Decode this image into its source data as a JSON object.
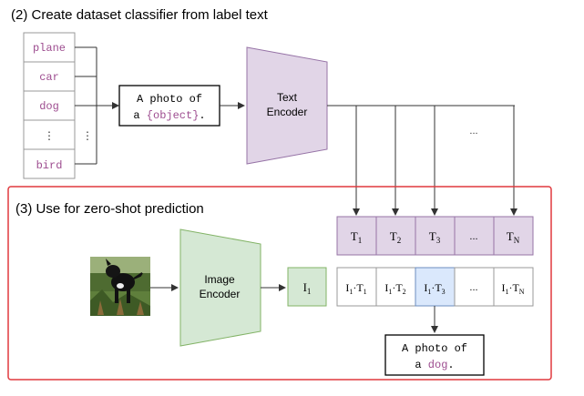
{
  "section2": {
    "title": "(2) Create dataset classifier from label text",
    "labels": [
      "plane",
      "car",
      "dog",
      "bird"
    ],
    "ellipsis_vertical": "⋮",
    "prompt_line1": "A photo of",
    "prompt_line2_prefix": "a ",
    "prompt_placeholder": "{object}",
    "prompt_line2_suffix": ".",
    "text_encoder_line1": "Text",
    "text_encoder_line2": "Encoder",
    "arrows_ellipsis": "..."
  },
  "section3": {
    "title": "(3) Use for zero-shot prediction",
    "text_embeddings": [
      {
        "base": "T",
        "sub": "1"
      },
      {
        "base": "T",
        "sub": "2"
      },
      {
        "base": "T",
        "sub": "3"
      },
      {
        "base": "...",
        "sub": ""
      },
      {
        "base": "T",
        "sub": "N"
      }
    ],
    "image_encoder_line1": "Image",
    "image_encoder_line2": "Encoder",
    "image_embedding": {
      "base": "I",
      "sub": "1"
    },
    "products": [
      {
        "a": "I",
        "asub": "1",
        "b": "T",
        "bsub": "1"
      },
      {
        "a": "I",
        "asub": "1",
        "b": "T",
        "bsub": "2"
      },
      {
        "a": "I",
        "asub": "1",
        "b": "T",
        "bsub": "3"
      },
      {
        "a": "...",
        "asub": "",
        "b": "",
        "bsub": ""
      },
      {
        "a": "I",
        "asub": "1",
        "b": "T",
        "bsub": "N"
      }
    ],
    "highlight_index": 2,
    "result_line1": "A photo of",
    "result_line2_prefix": "a ",
    "result_word": "dog",
    "result_line2_suffix": "."
  },
  "colors": {
    "text_encoder": "#e1d5e7",
    "text_encoder_stroke": "#9673a6",
    "image_encoder": "#d5e8d4",
    "image_encoder_stroke": "#82b366",
    "highlight": "#dae8fc",
    "highlight_stroke": "#6c8ebf",
    "red_frame": "#e0393e",
    "label_text": "#9d4c8f"
  }
}
